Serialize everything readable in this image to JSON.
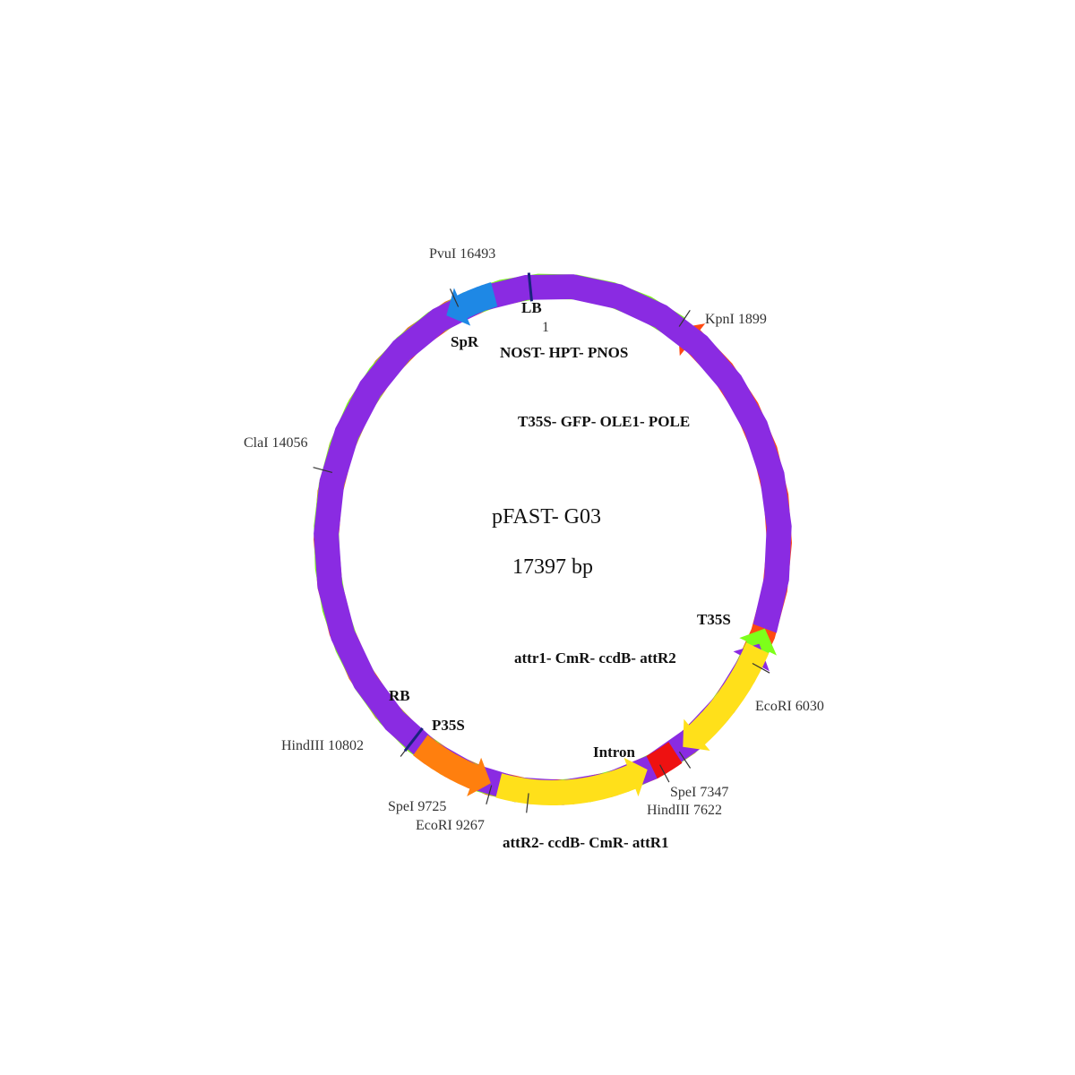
{
  "plasmid": {
    "name": "pFAST- G03",
    "size_label": "17397 bp",
    "total_bp": 17397
  },
  "features": [
    {
      "id": "lb-nost-hpt-pnos",
      "label": "NOST- HPT- PNOS",
      "color": "#ff4a12",
      "start": 17397,
      "end": 1899,
      "direction": "ccw"
    },
    {
      "id": "t35s-gfp-ole1-pole",
      "label": "T35S- GFP- OLE1- POLE",
      "color": "#7dff1a",
      "start": 1899,
      "end": 5620,
      "direction": "ccw"
    },
    {
      "id": "t35s",
      "label": "T35S",
      "color": "#8a2be2",
      "start": 5620,
      "end": 5800,
      "direction": "ccw"
    },
    {
      "id": "attr1-cmr-ccdb-attr2",
      "label": "attr1- CmR- ccdB- attR2",
      "color": "#ffe01a",
      "start": 5850,
      "end": 7280,
      "direction": "cw"
    },
    {
      "id": "intron",
      "label": "Intron",
      "color": "#ee1111",
      "start": 7390,
      "end": 7720,
      "direction": "none"
    },
    {
      "id": "attr2-ccdb-cmr-attr1",
      "label": "attR2- ccdB- CmR- attR1",
      "color": "#ffe01a",
      "start": 9640,
      "end": 7780,
      "direction": "ccw"
    },
    {
      "id": "p35s",
      "label": "P35S",
      "color": "#ff7f0e",
      "start": 10700,
      "end": 9740,
      "direction": "ccw"
    },
    {
      "id": "spr",
      "label": "SpR",
      "color": "#1e88e5",
      "start": 16950,
      "end": 16320,
      "direction": "ccw"
    }
  ],
  "sites": [
    {
      "id": "lb",
      "label": "1",
      "position": 0
    },
    {
      "id": "kpni",
      "label": "KpnI 1899",
      "position": 1899
    },
    {
      "id": "ecori-6030",
      "label": "EcoRI 6030",
      "position": 6030
    },
    {
      "id": "spei-7347",
      "label": "SpeI 7347",
      "position": 7347
    },
    {
      "id": "hindiii-7622",
      "label": "HindIII 7622",
      "position": 7622
    },
    {
      "id": "ecori-9267",
      "label": "EcoRI 9267",
      "position": 9267
    },
    {
      "id": "spei-9725",
      "label": "SpeI 9725",
      "position": 9725
    },
    {
      "id": "hindiii-10802",
      "label": "HindIII 10802",
      "position": 10802
    },
    {
      "id": "clai-14056",
      "label": "ClaI 14056",
      "position": 14056
    },
    {
      "id": "pvui-16493",
      "label": "PvuI 16493",
      "position": 16493
    }
  ],
  "borders": [
    {
      "id": "lb-border",
      "label": "LB",
      "position": 0
    },
    {
      "id": "rb-border",
      "label": "RB",
      "position": 10802
    }
  ]
}
